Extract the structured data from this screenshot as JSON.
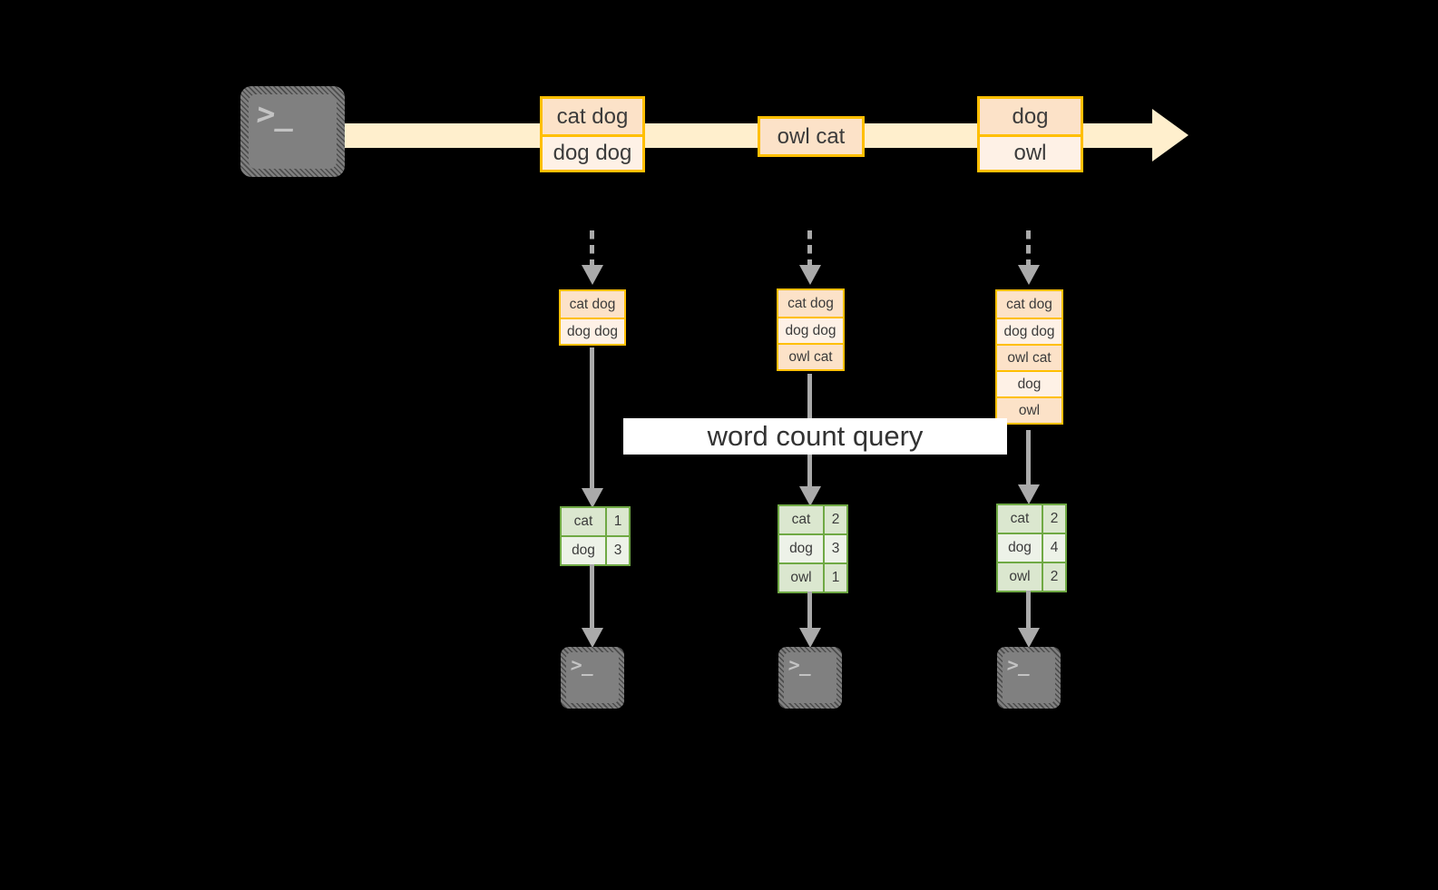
{
  "diagram": {
    "background_color": "#000000",
    "accent_orange": "#FFBF00",
    "accent_green": "#6FA944",
    "ribbon_color": "#FFEFCD",
    "arrow_gray": "#AAAAAA",
    "query_label": "word count query"
  },
  "producer": {
    "icon": "terminal-icon",
    "prompt_glyph": ">_"
  },
  "stream": {
    "name": "event-stream-arrow",
    "messages": [
      {
        "id": "msg-1",
        "lines": [
          "cat dog",
          "dog dog"
        ]
      },
      {
        "id": "msg-2",
        "lines": [
          "owl cat"
        ]
      },
      {
        "id": "msg-3",
        "lines": [
          "dog",
          "owl"
        ]
      }
    ]
  },
  "snapshots": [
    {
      "id": "snapshot-1",
      "buffer": [
        "cat dog",
        "dog dog"
      ],
      "result": {
        "rows": [
          {
            "word": "cat",
            "count": "1"
          },
          {
            "word": "dog",
            "count": "3"
          }
        ]
      },
      "consumer": {
        "icon": "terminal-icon",
        "prompt_glyph": ">_"
      }
    },
    {
      "id": "snapshot-2",
      "buffer": [
        "cat dog",
        "dog dog",
        "owl cat"
      ],
      "result": {
        "rows": [
          {
            "word": "cat",
            "count": "2"
          },
          {
            "word": "dog",
            "count": "3"
          },
          {
            "word": "owl",
            "count": "1"
          }
        ]
      },
      "consumer": {
        "icon": "terminal-icon",
        "prompt_glyph": ">_"
      }
    },
    {
      "id": "snapshot-3",
      "buffer": [
        "cat dog",
        "dog dog",
        "owl cat",
        "dog",
        "owl"
      ],
      "result": {
        "rows": [
          {
            "word": "cat",
            "count": "2"
          },
          {
            "word": "dog",
            "count": "4"
          },
          {
            "word": "owl",
            "count": "2"
          }
        ]
      },
      "consumer": {
        "icon": "terminal-icon",
        "prompt_glyph": ">_"
      }
    }
  ]
}
